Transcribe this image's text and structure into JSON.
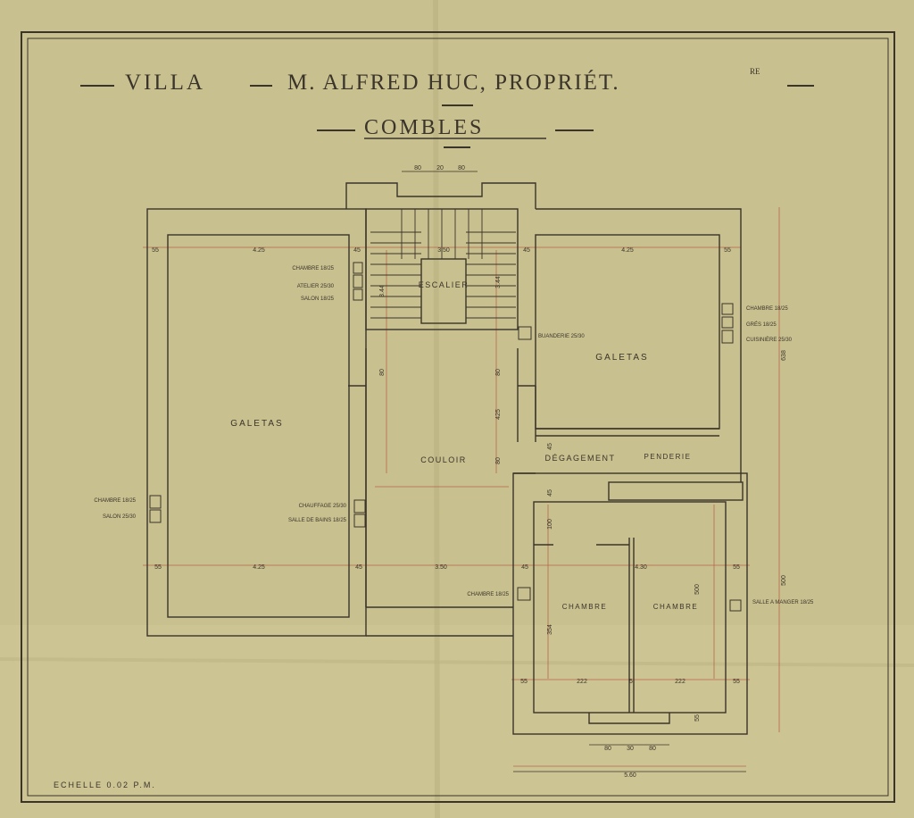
{
  "title": {
    "villa": "VILLA",
    "owner": "M. ALFRED HUC, PROPRIÉT.",
    "sup": "RE",
    "floor": "COMBLES"
  },
  "scale": "ECHELLE 0.02 P.M.",
  "colors": {
    "paper": "#c9c08f",
    "ink": "#3a342a",
    "red_dim": "#b5563e"
  },
  "rooms": {
    "galetas_left": "GALETAS",
    "galetas_right": "GALETAS",
    "escalier": "ESCALIER",
    "couloir": "COULOIR",
    "degagement": "DÉGAGEMENT",
    "penderie": "PENDERIE",
    "chambre_1": "CHAMBRE",
    "chambre_2": "CHAMBRE"
  },
  "flues": {
    "left_stair_1": "CHAMBRE 18/25",
    "left_stair_2": "ATELIER 25/30",
    "left_stair_3": "SALON 18/25",
    "right_stair": "BUANDERIE 25/30",
    "right_1": "CHAMBRE 18/25",
    "right_2": "GRÉS 18/25",
    "right_3": "CUISINIÈRE 25/30",
    "far_left_1": "CHAMBRE 18/25",
    "far_left_2": "SALON 25/30",
    "mid_1": "CHAUFFAGE 25/30",
    "mid_2": "SALLE DE BAINS 18/25",
    "bottom_chambre": "CHAMBRE 18/25",
    "salle_manger": "SALLE A MANGER 18/25"
  },
  "dimensions": {
    "top_a": "80",
    "top_b": "20",
    "top_c": "80",
    "left_margin": "55",
    "left_room_width": "4.25",
    "stair_left": "45",
    "stair_width": "3.50",
    "stair_right": "45",
    "right_room_width": "4.25",
    "right_margin": "55",
    "stair_h_left": "3.44",
    "stair_h_right": "3.44",
    "corr_a": "80",
    "corr_b": "425",
    "corr_c": "80",
    "deg_a": "45",
    "deg_b": "45",
    "deg_c": "100",
    "overall_right": "638",
    "bottom_left": "55",
    "bottom_lw": "4.25",
    "bottom_s1": "45",
    "bottom_mid": "3.50",
    "bottom_s2": "45",
    "bottom_cw": "4.30",
    "bottom_right": "55",
    "ch_h_left": "354",
    "ch_h_right": "500",
    "overall_right_2": "500",
    "ch_b1": "55",
    "ch_b2": "222",
    "ch_b3": "5",
    "ch_b4": "222",
    "ch_b5": "55",
    "ch_bottom": "55",
    "win_a": "80",
    "win_b": "30",
    "win_c": "80",
    "overall_bottom": "5.60"
  }
}
